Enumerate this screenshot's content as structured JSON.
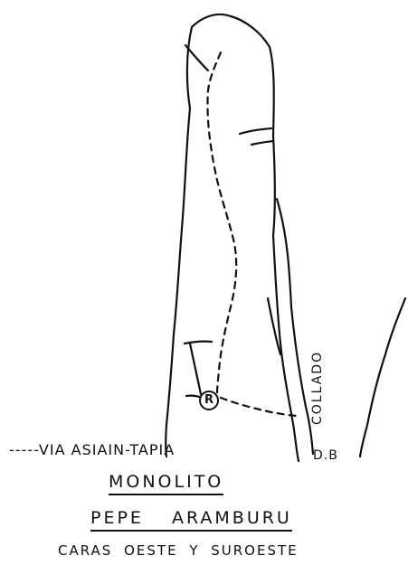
{
  "topo": {
    "route_legend": "-----VIA  ASIAIN-TAPIA",
    "collado_label": "COLLADO",
    "db_label": "D.B",
    "belay_symbol": "R",
    "title_line1": "MONOLITO",
    "title_line2": "PEPE ARAMBURU",
    "subtitle": "CARAS OESTE Y SUROESTE"
  },
  "colors": {
    "ink": "#111111",
    "paper": "#ffffff"
  }
}
